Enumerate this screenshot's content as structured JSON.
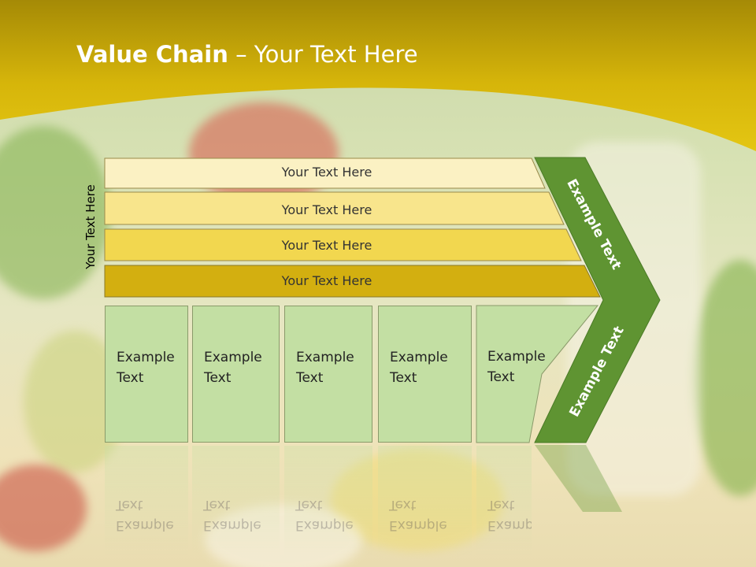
{
  "slide": {
    "title_bold": "Value Chain",
    "title_rest": " – Your Text Here",
    "vertical_label": "Your Text Here"
  },
  "rows": [
    {
      "label": "Your Text Here",
      "color": "#fbf1c3"
    },
    {
      "label": "Your Text Here",
      "color": "#f8e58c"
    },
    {
      "label": "Your Text Here",
      "color": "#f2d74f"
    },
    {
      "label": "Your Text Here",
      "color": "#d3af10"
    }
  ],
  "activities": [
    {
      "line1": "Example",
      "line2": "Text"
    },
    {
      "line1": "Example",
      "line2": "Text"
    },
    {
      "line1": "Example",
      "line2": "Text"
    },
    {
      "line1": "Example",
      "line2": "Text"
    },
    {
      "line1": "Example",
      "line2": "Text"
    }
  ],
  "arrow": {
    "upper_label": "Example Text",
    "lower_label": "Example Text",
    "color": "#5f9432"
  },
  "colors": {
    "header": "#c9a800",
    "activity_box": "#c3dfa3"
  }
}
